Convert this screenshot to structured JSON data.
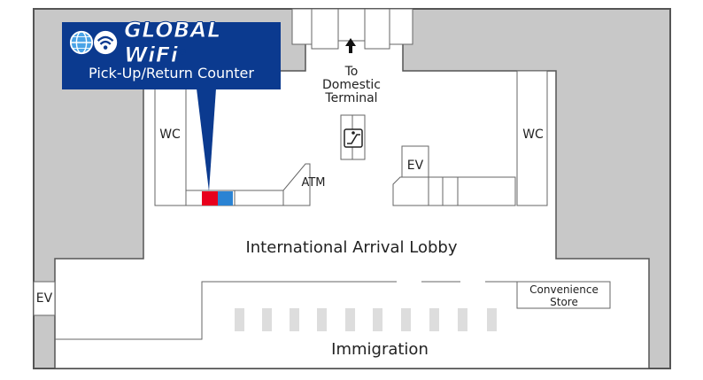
{
  "counter": {
    "brand": "GLOBAL WiFi",
    "registered_mark": "®",
    "subtitle": "Pick-Up/Return Counter"
  },
  "labels": {
    "to_domestic_1": "To",
    "to_domestic_2": "Domestic",
    "to_domestic_3": "Terminal",
    "wc_left": "WC",
    "wc_right": "WC",
    "ev_center": "EV",
    "ev_left": "EV",
    "atm": "ATM",
    "lobby": "International Arrival Lobby",
    "convenience_1": "Convenience",
    "convenience_2": "Store",
    "immigration": "Immigration"
  },
  "icons": {
    "logo": "globe-wifi-icon",
    "escalator": "escalator-icon",
    "arrow": "arrow-up-icon"
  },
  "colors": {
    "banner": "#0b3a8f",
    "counter_red": "#e8001c",
    "counter_blue": "#2b83d3",
    "wall_gray": "#c8c8c8",
    "wall_line": "#555555"
  }
}
